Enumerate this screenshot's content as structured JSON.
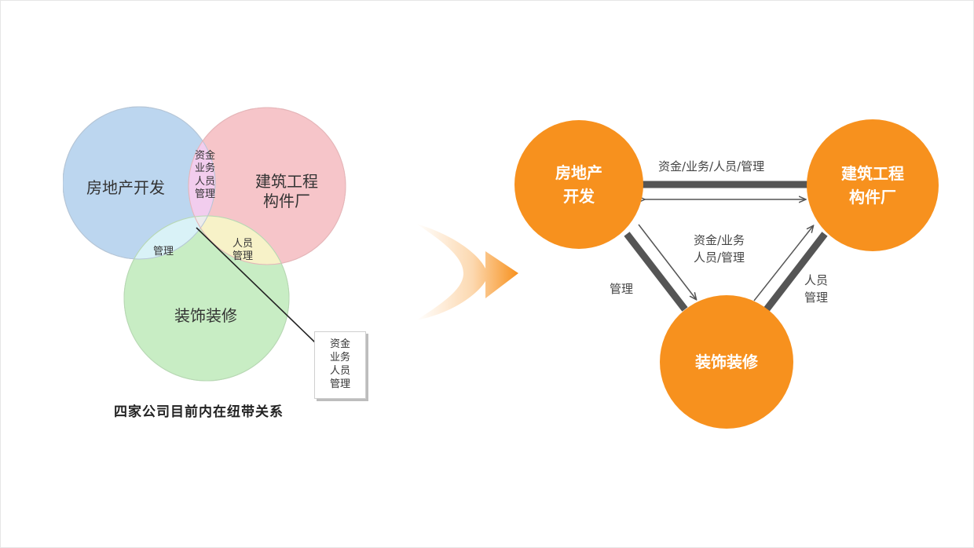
{
  "venn": {
    "circle_realestate": "房地产开发",
    "circle_construction": "建筑工程\n构件厂",
    "circle_decoration": "装饰装修",
    "overlap_top": "资金\n业务\n人员\n管理",
    "overlap_left": "管理",
    "overlap_right": "人员\n管理",
    "callout": "资金\n业务\n人员\n管理",
    "caption": "四家公司目前内在纽带关系",
    "colors": {
      "blue": "#bcd6ef",
      "red": "#f6c5c9",
      "green": "#c8edc4",
      "pink": "#f2cdee",
      "cyan": "#d9f2f7",
      "yellow": "#f7f2c8",
      "center": "#ececec"
    }
  },
  "triangle": {
    "node_realestate": "房地产\n开发",
    "node_construction": "建筑工程\n构件厂",
    "node_decoration": "装饰装修",
    "label_top": "资金/业务/人员/管理",
    "label_middle": "资金/业务\n人员/管理",
    "label_left": "管理",
    "label_right": "人员\n管理",
    "colors": {
      "node": "#f7911e",
      "edge": "#555555"
    }
  }
}
